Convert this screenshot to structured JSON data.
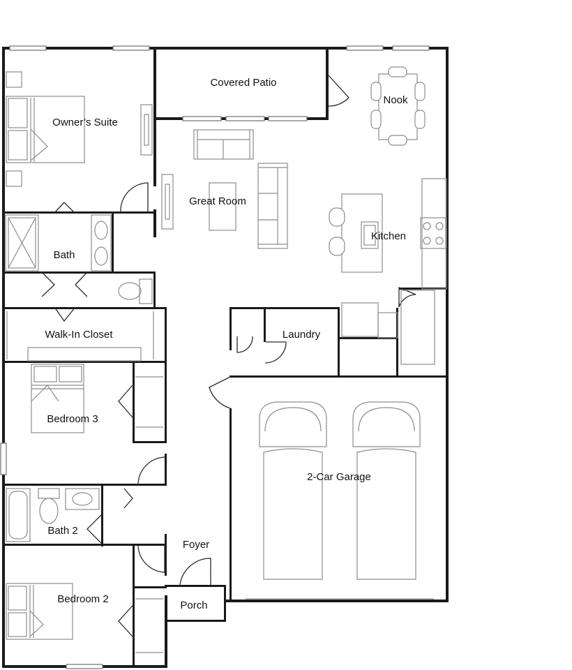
{
  "rooms": {
    "covered_patio": "Covered Patio",
    "owners_suite": "Owner’s Suite",
    "nook": "Nook",
    "great_room": "Great Room",
    "kitchen": "Kitchen",
    "bath": "Bath",
    "walk_in_closet": "Walk-In Closet",
    "laundry": "Laundry",
    "bedroom_3": "Bedroom 3",
    "garage": "2-Car Garage",
    "bath_2": "Bath 2",
    "foyer": "Foyer",
    "bedroom_2": "Bedroom 2",
    "porch": "Porch"
  }
}
